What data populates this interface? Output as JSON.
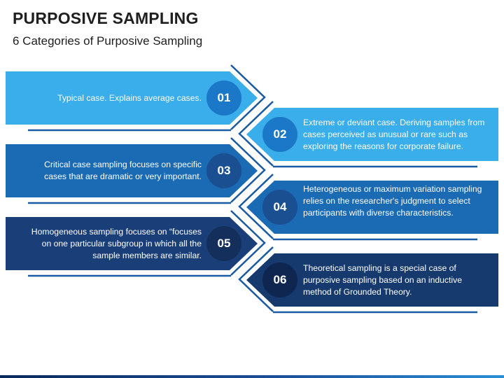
{
  "header": {
    "title": "PURPOSIVE SAMPLING",
    "subtitle": "6 Categories of Purposive Sampling"
  },
  "colors": {
    "tier1": "#3aaeea",
    "tier2": "#1a6ab4",
    "tier3": "#1a3f78",
    "tier3_dark": "#163a6e",
    "outline": "#1a5aa0",
    "text": "#1f1f1f"
  },
  "items": [
    {
      "number": "01",
      "text": "Typical case. Explains average cases."
    },
    {
      "number": "02",
      "text": "Extreme or deviant case. Deriving samples from cases perceived as unusual or rare such as exploring the reasons for corporate failure."
    },
    {
      "number": "03",
      "text": "Critical case sampling focuses on specific cases that are dramatic or very important."
    },
    {
      "number": "04",
      "text": "Heterogeneous or maximum variation sampling relies on the researcher's judgment to select participants with diverse characteristics."
    },
    {
      "number": "05",
      "text": "Homogeneous sampling focuses on “focuses on one particular subgroup in which all the sample members are similar."
    },
    {
      "number": "06",
      "text": "Theoretical sampling is a special case of purposive sampling based on an inductive method of Grounded Theory."
    }
  ]
}
